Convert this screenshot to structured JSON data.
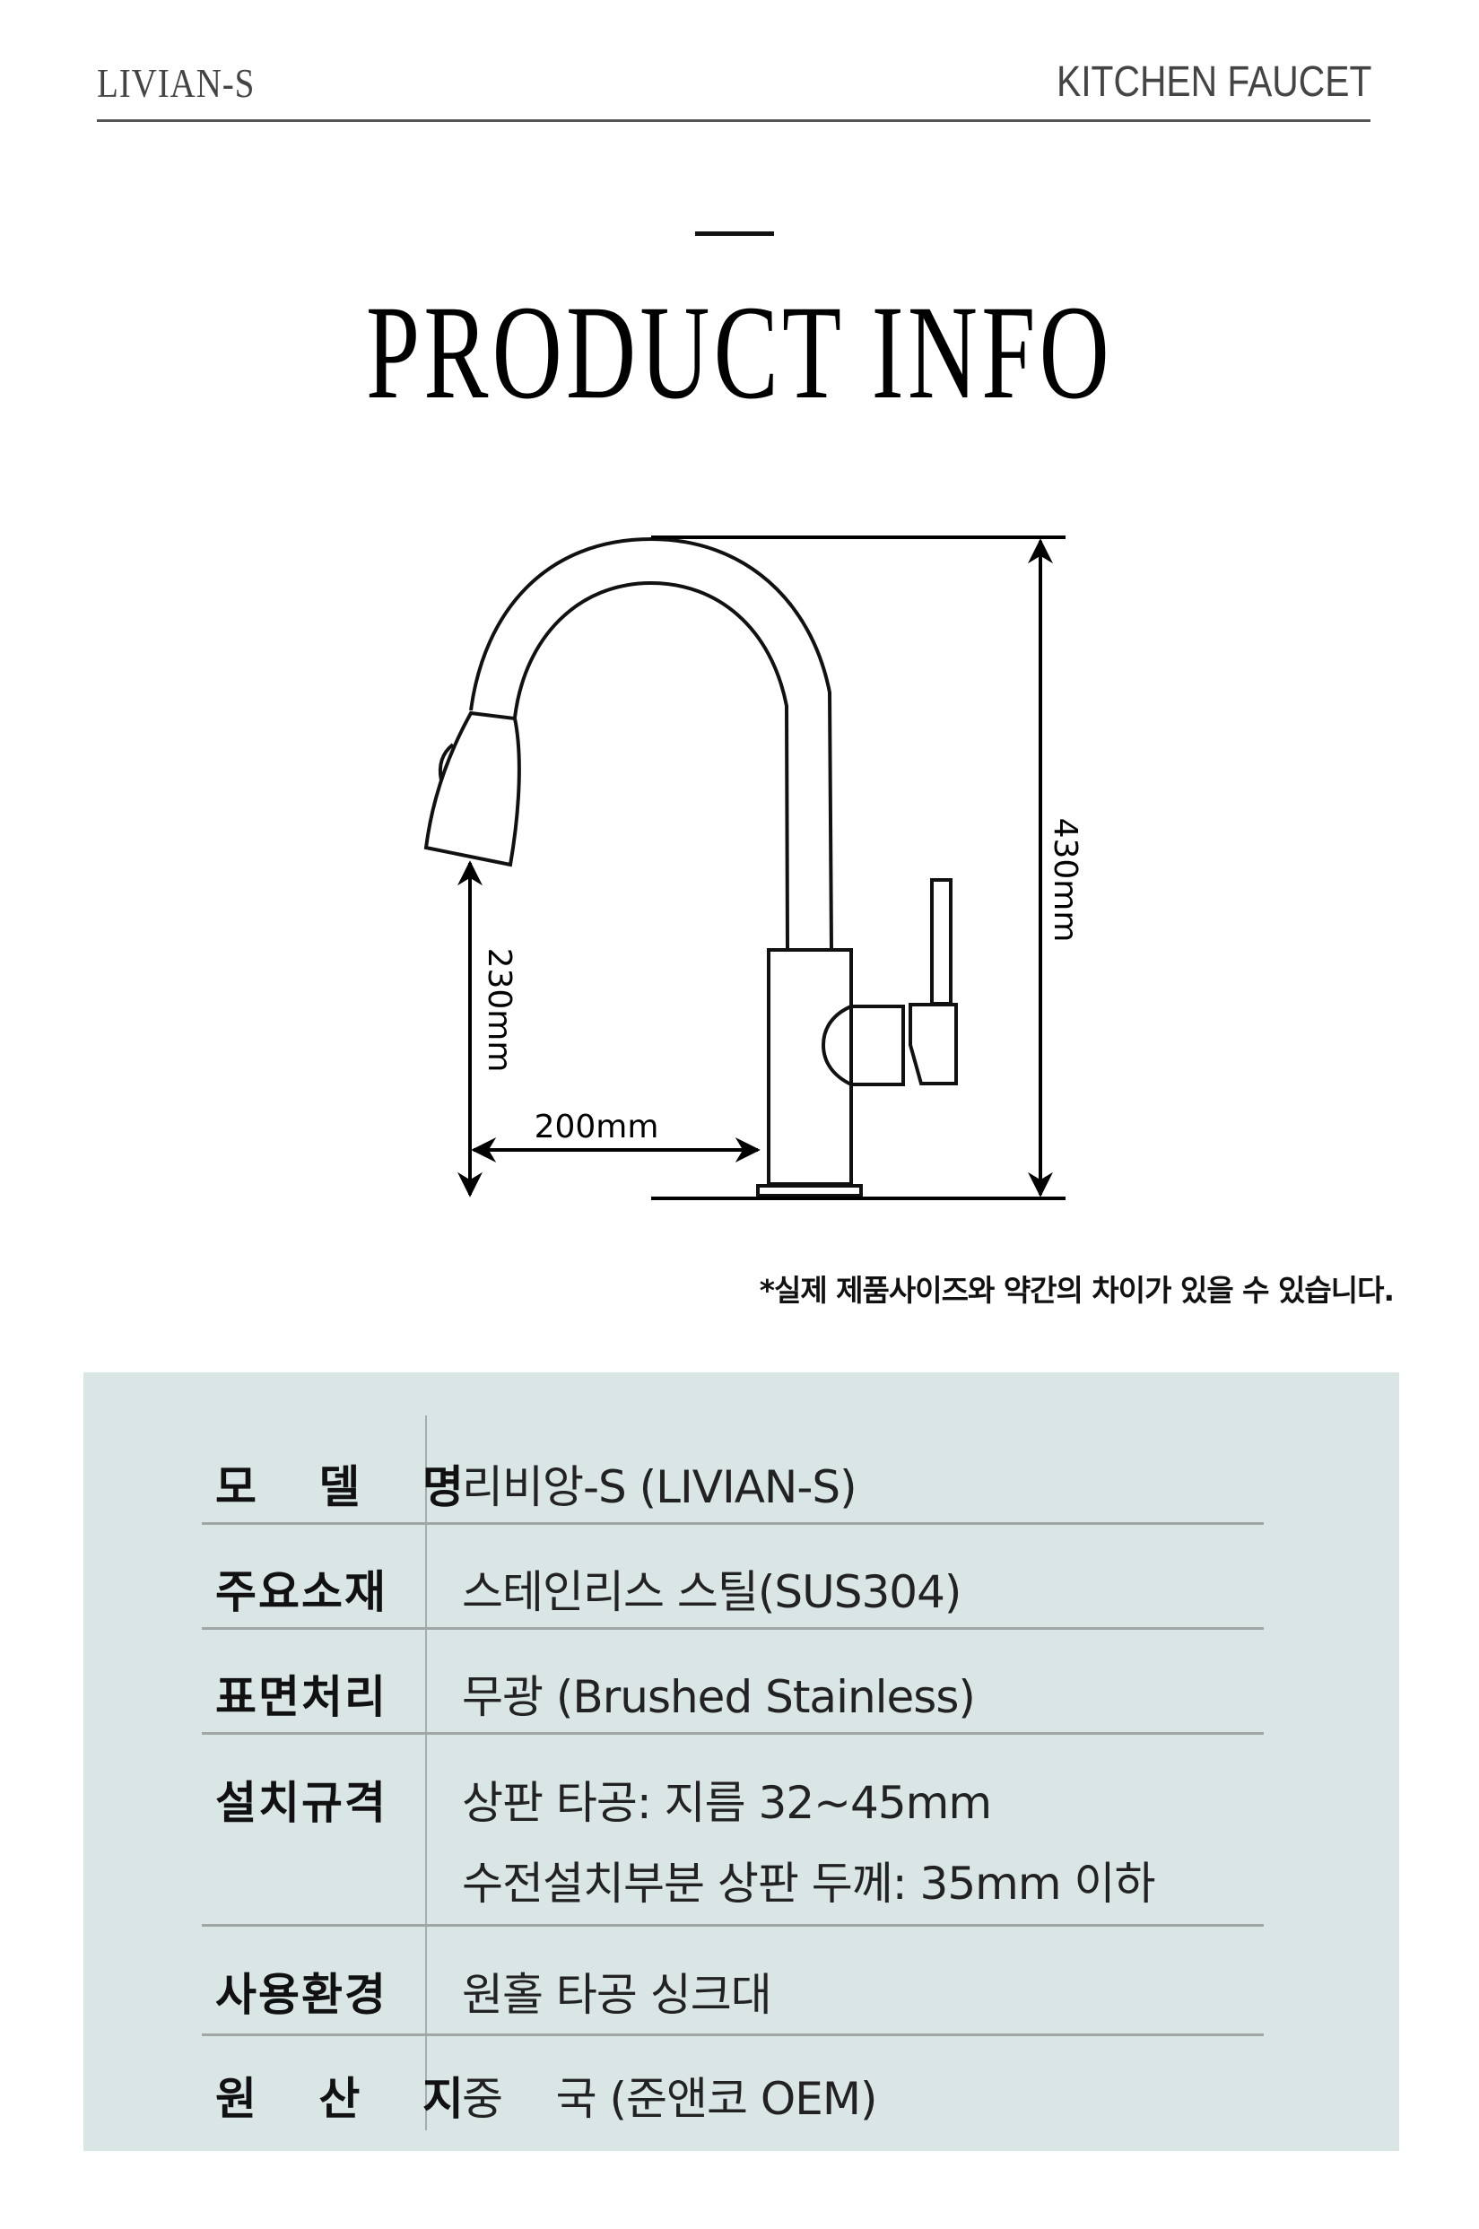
{
  "header": {
    "brand": "LIVIAN-S",
    "category": "KITCHEN FAUCET"
  },
  "title": "PRODUCT INFO",
  "diagram": {
    "height_total": "430mm",
    "spout_height": "230mm",
    "spout_reach": "200mm"
  },
  "note": "*실제 제품사이즈와 약간의 차이가 있을 수 있습니다.",
  "spec_table": {
    "rows": [
      {
        "label": "모 델 명",
        "values": [
          "리비앙-S (LIVIAN-S)"
        ]
      },
      {
        "label": "주요소재",
        "values": [
          "스테인리스 스틸(SUS304)"
        ]
      },
      {
        "label": "표면처리",
        "values": [
          "무광 (Brushed Stainless)"
        ]
      },
      {
        "label": "설치규격",
        "values": [
          "상판 타공: 지름 32~45mm",
          "수전설치부분 상판 두께: 35mm 이하"
        ]
      },
      {
        "label": "사용환경",
        "values": [
          "원홀 타공 싱크대"
        ]
      },
      {
        "label": "원 산 지",
        "values": [
          "중    국 (준앤코 OEM)"
        ]
      }
    ]
  },
  "colors": {
    "table_bg": "#dae6e6",
    "text": "#111111",
    "rule": "#a0a6a6"
  }
}
